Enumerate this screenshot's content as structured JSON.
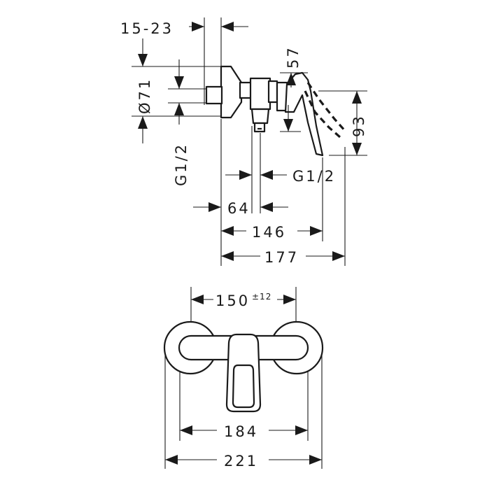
{
  "side_view": {
    "dims": {
      "setback": "15-23",
      "escutcheon_dia": "Ø71",
      "spout_offset": "57",
      "handle_height": "93",
      "thread_inlet": "G1/2",
      "thread_outlet": "G1/2",
      "outlet_distance": "64",
      "handle_projection": "146",
      "total_projection": "177"
    }
  },
  "front_view": {
    "dims": {
      "centers": "150",
      "centers_tolerance": "±12",
      "inner_width": "184",
      "overall_width": "221"
    }
  }
}
